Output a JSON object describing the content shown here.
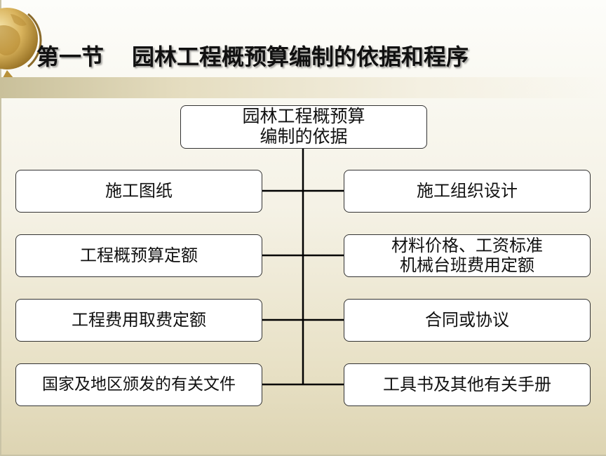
{
  "title": {
    "section": "第一节",
    "text": "园林工程概预算编制的依据和程序"
  },
  "diagram": {
    "root": "园林工程概预算\n编制的依据",
    "left": [
      "施工图纸",
      "工程概预算定额",
      "工程费用取费定额",
      "国家及地区颁发的有关文件"
    ],
    "right": [
      "施工组织设计",
      "材料价格、工资标准\n机械台班费用定额",
      "合同或协议",
      "工具书及其他有关手册"
    ]
  },
  "colors": {
    "accent_gold": "#c9a24a",
    "box_border": "#333333",
    "connector": "#000000"
  },
  "icons": [
    "globe-icon"
  ]
}
